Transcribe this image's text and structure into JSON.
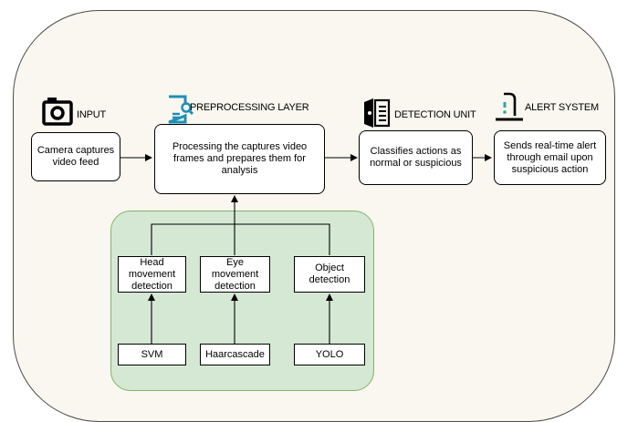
{
  "sections": {
    "input": "INPUT",
    "preprocessing": "PREPROCESSING LAYER",
    "detection": "DETECTION UNIT",
    "alert": "ALERT SYSTEM"
  },
  "boxes": {
    "camera": "Camera captures video feed",
    "processing": "Processing the captures video frames and prepares them for analysis",
    "classify": "Classifies actions as normal or suspicious",
    "alert": "Sends real-time alert through email upon suspicious action",
    "head": "Head movement detection",
    "eye": "Eye movement detection",
    "object": "Object detection",
    "svm": "SVM",
    "haar": "Haarcascade",
    "yolo": "YOLO"
  },
  "icons": {
    "input": "camera-icon",
    "preprocessing": "document-search-icon",
    "detection": "detection-book-icon",
    "alert": "alarm-bell-icon"
  },
  "colors": {
    "group_fill": "#d5e8d4",
    "group_border": "#82b366",
    "frame_fill": "#f9f7ef",
    "preprocess_icon": "#1f8fb8"
  }
}
